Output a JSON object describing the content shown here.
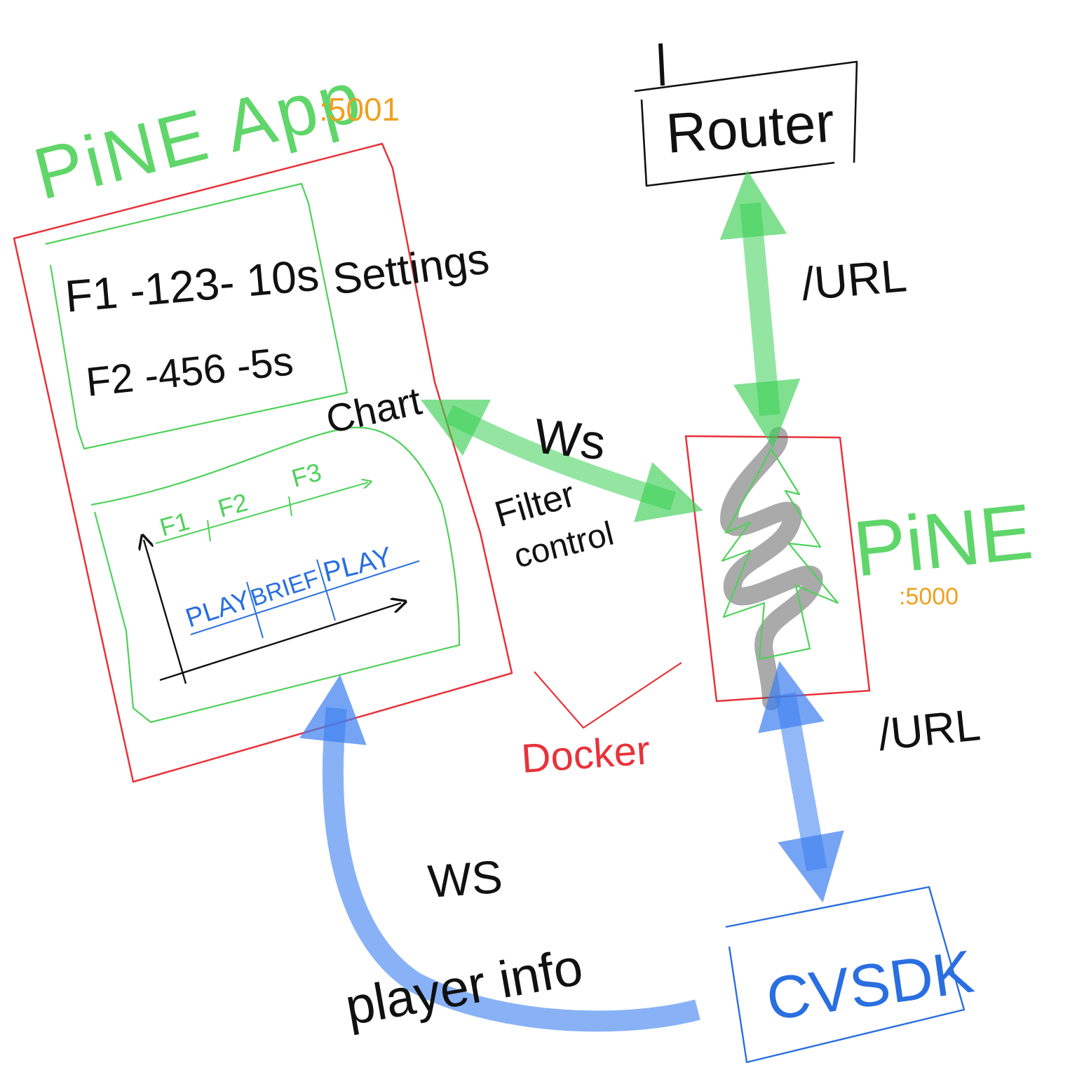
{
  "pine_app": {
    "title": "PiNE App",
    "port": ":5001",
    "settings": {
      "label": "Settings",
      "rows": [
        "F1 -123- 10s",
        "F2 -456 -5s"
      ]
    },
    "chart": {
      "label": "Chart",
      "filters": [
        "F1",
        "F2",
        "F3"
      ],
      "segments": [
        "PLAY",
        "BRIEF",
        "PLAY"
      ]
    }
  },
  "router": {
    "label": "Router"
  },
  "pine": {
    "label": "PiNE",
    "port": ":5000"
  },
  "cvsdk": {
    "label": "CVSDK"
  },
  "docker": {
    "label": "Docker"
  },
  "links": {
    "ws_filter": {
      "protocol": "Ws",
      "purpose_1": "Filter",
      "purpose_2": "control"
    },
    "router_url": {
      "label": "/URL"
    },
    "cvsdk_url": {
      "label": "/URL"
    },
    "ws_player": {
      "protocol": "WS",
      "purpose": "player info"
    }
  },
  "colors": {
    "app_frame": "#e8323a",
    "inner_frame": "#4fd15a",
    "green_arrow": "#3ccf55",
    "blue_arrow": "#3a7ef0",
    "port": "#f0a020",
    "ink": "#111111",
    "segment_blue": "#2a6fe0"
  }
}
